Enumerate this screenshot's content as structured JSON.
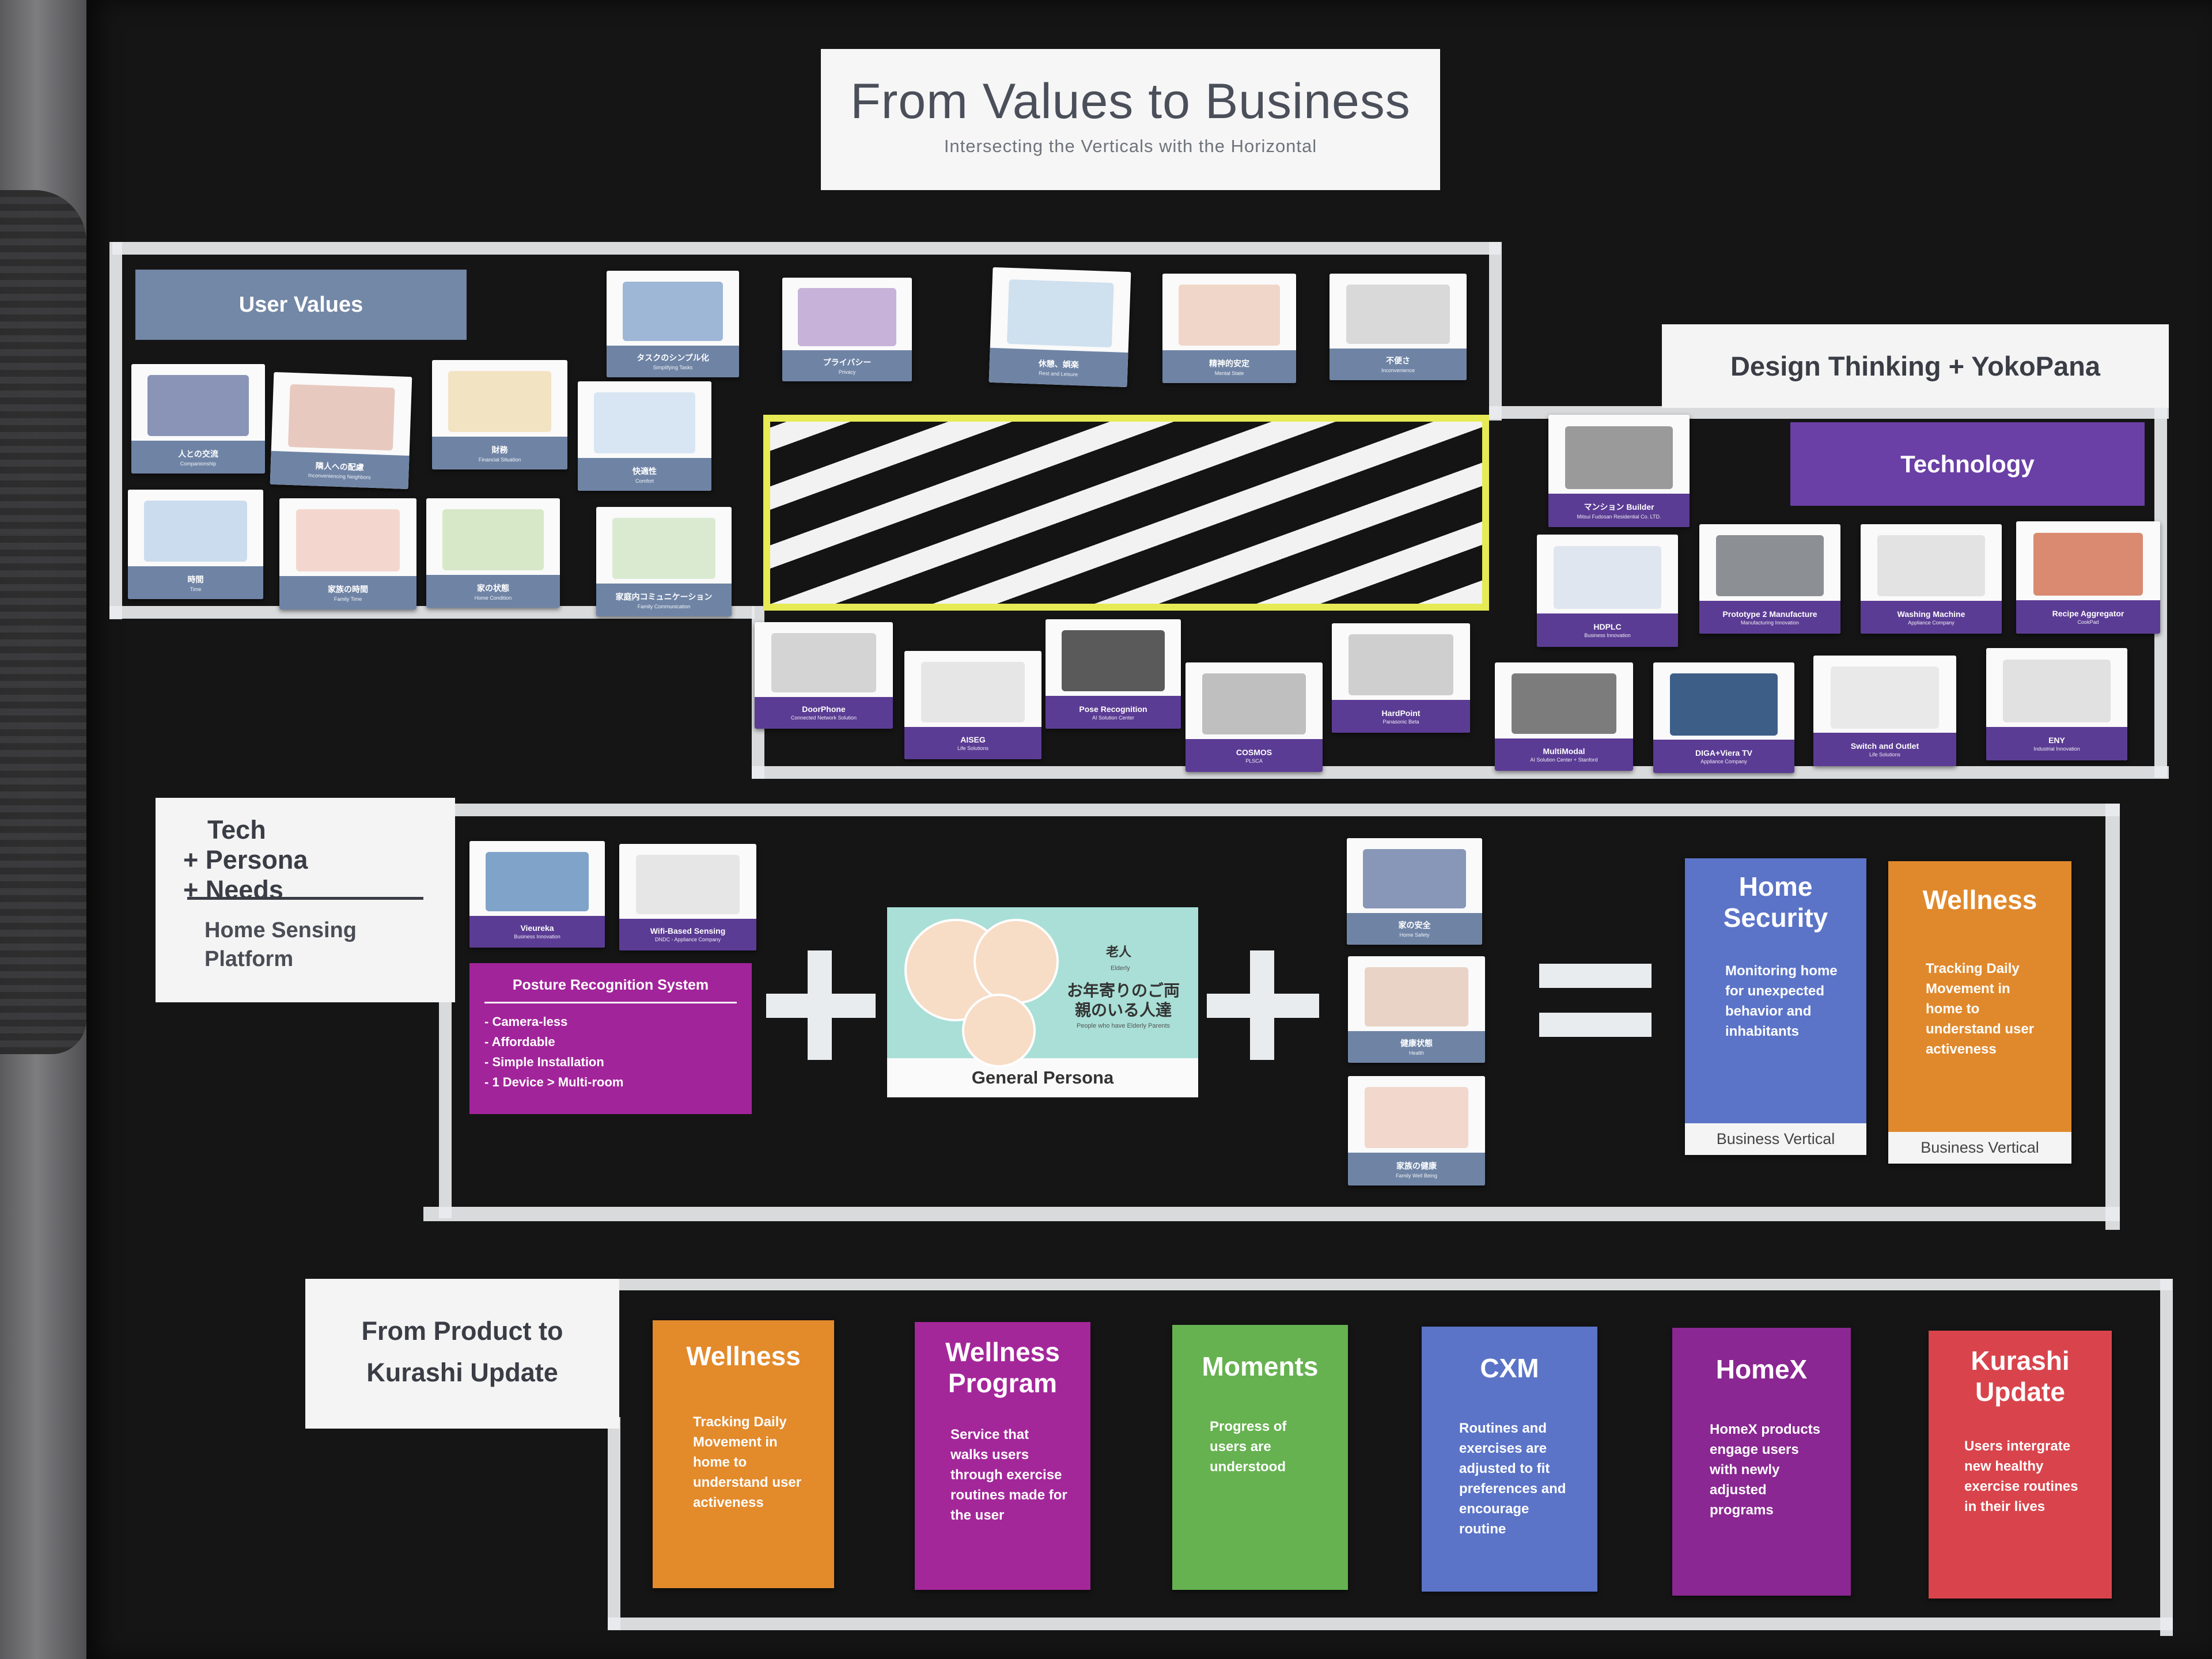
{
  "title": {
    "main": "From Values to Business",
    "subtitle": "Intersecting the Verticals with the Horizontal"
  },
  "headers": {
    "user_values": "User Values",
    "design_thinking": "Design Thinking + YokoPana",
    "technology": "Technology"
  },
  "user_value_cards": [
    {
      "label": "タスクのシンプル化",
      "sub": "Simplifying Tasks",
      "color": "#9fb7d6"
    },
    {
      "label": "プライバシー",
      "sub": "Privacy",
      "color": "#c7b3d9"
    },
    {
      "label": "休憩、娯楽",
      "sub": "Rest and Leisure",
      "color": "#cfe0ef"
    },
    {
      "label": "精神的安定",
      "sub": "Mental State",
      "color": "#f0d6c8"
    },
    {
      "label": "不便さ",
      "sub": "Inconvenience",
      "color": "#d9d9d9"
    },
    {
      "label": "人との交流",
      "sub": "Companionship",
      "color": "#8a94b6"
    },
    {
      "label": "隣人への配慮",
      "sub": "Inconveniencing Neighbors",
      "color": "#e8c9c0"
    },
    {
      "label": "財務",
      "sub": "Financial Situation",
      "color": "#f2e3c3"
    },
    {
      "label": "快適性",
      "sub": "Comfort",
      "color": "#d8e6f3"
    },
    {
      "label": "時間",
      "sub": "Time",
      "color": "#cbdcef"
    },
    {
      "label": "家族の時間",
      "sub": "Family Time",
      "color": "#f3d7cf"
    },
    {
      "label": "家の状態",
      "sub": "Home Condition",
      "color": "#d6e8c8"
    },
    {
      "label": "家庭内コミュニケーション",
      "sub": "Family Communication",
      "color": "#d9ead1"
    }
  ],
  "tech_cards": [
    {
      "label": "マンション Builder",
      "sub": "Mitsui Fudosan Residential Co. LTD.",
      "color": "#9a9a9a"
    },
    {
      "label": "HDPLC",
      "sub": "Business Innovation",
      "color": "#dfe6ef"
    },
    {
      "label": "Prototype 2 Manufacture",
      "sub": "Manufacturing Innovation",
      "color": "#8c8f93"
    },
    {
      "label": "Washing Machine",
      "sub": "Appliance Company",
      "color": "#e3e3e3"
    },
    {
      "label": "Recipe Aggregator",
      "sub": "CookPad",
      "color": "#d98a70"
    },
    {
      "label": "DoorPhone",
      "sub": "Connected Network Solution",
      "color": "#d4d4d4"
    },
    {
      "label": "AISEG",
      "sub": "Life Solutions",
      "color": "#e6e6e6"
    },
    {
      "label": "Pose Recognition",
      "sub": "AI Solution Center",
      "color": "#5a5a5a"
    },
    {
      "label": "COSMOS",
      "sub": "PLSCA",
      "color": "#bfbfbf"
    },
    {
      "label": "HardPoint",
      "sub": "Panasonic Beta",
      "color": "#cfcfcf"
    },
    {
      "label": "MultiModal",
      "sub": "AI Solution Center + Stanford",
      "color": "#7c7c7c"
    },
    {
      "label": "DIGA+Viera TV",
      "sub": "Appliance Company",
      "color": "#3d5e87"
    },
    {
      "label": "Switch and Outlet",
      "sub": "Life Solutions",
      "color": "#e9e9e9"
    },
    {
      "label": "ENY",
      "sub": "Industrial Innovation",
      "color": "#e1e1e1"
    }
  ],
  "tech_persona": {
    "lines": [
      "Tech",
      "+ Persona",
      "+ Needs"
    ],
    "platform_line1": "Home Sensing",
    "platform_line2": "Platform",
    "sensing_cards": [
      {
        "label": "Vieureka",
        "sub": "Business Innovation",
        "color": "#7fa3c9"
      },
      {
        "label": "Wifi-Based Sensing",
        "sub": "DNDC - Appliance Company",
        "color": "#e6e6e6"
      }
    ],
    "posture": {
      "title": "Posture Recognition System",
      "items": [
        "- Camera-less",
        "- Affordable",
        "- Simple Installation",
        "- 1 Device > Multi-room"
      ]
    },
    "persona": {
      "jp_title": "老人",
      "en_title": "Elderly",
      "jp_desc": "お年寄りのご両親のいる人達",
      "en_desc": "People who have Elderly Parents",
      "label": "General Persona"
    },
    "need_cards": [
      {
        "label": "家の安全",
        "sub": "Home Safety",
        "color": "#8897b8"
      },
      {
        "label": "健康状態",
        "sub": "Health",
        "color": "#e8d3c6"
      },
      {
        "label": "家族の健康",
        "sub": "Family Well Being",
        "color": "#f1d7cc"
      }
    ],
    "verticals": [
      {
        "title": "Home Security",
        "body": "Monitoring home for unexpected behavior and inhabitants",
        "foot": "Business Vertical",
        "color": "#5b74c8"
      },
      {
        "title": "Wellness",
        "body": "Tracking Daily Movement in home to understand user activeness",
        "foot": "Business Vertical",
        "color": "#e0892c"
      }
    ]
  },
  "bottom": {
    "label_line1": "From Product to",
    "label_line2": "Kurashi Update",
    "cards": [
      {
        "title": "Wellness",
        "body": "Tracking Daily Movement in home to understand user activeness",
        "color": "#e38a2b"
      },
      {
        "title": "Wellness Program",
        "body": "Service that walks users through exercise routines made for the user",
        "color": "#a4279a"
      },
      {
        "title": "Moments",
        "body": "Progress of users are understood",
        "color": "#66b250"
      },
      {
        "title": "CXM",
        "body": "Routines and exercises are adjusted to fit preferences and encourage routine",
        "color": "#5b74c8"
      },
      {
        "title": "HomeX",
        "body": "HomeX products engage users with newly adjusted programs",
        "color": "#8a2792"
      },
      {
        "title": "Kurashi Update",
        "body": "Users intergrate new healthy exercise routines in their lives",
        "color": "#d9444c"
      }
    ]
  }
}
